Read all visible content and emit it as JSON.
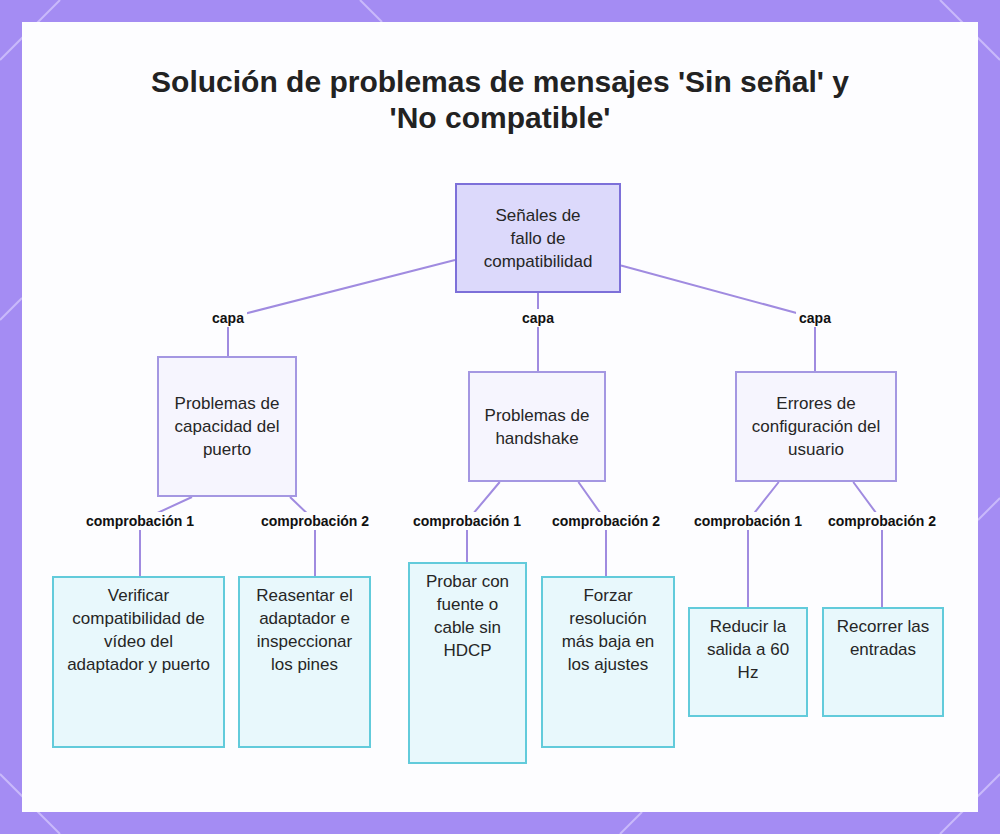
{
  "diagram": {
    "title": "Solución de problemas de mensajes 'Sin señal' y 'No compatible'",
    "nodes": [
      {
        "text": [
          "Señales de fallo de compatibilidad"
        ]
      },
      {
        "text": [
          "Problemas de capacidad del puerto"
        ]
      },
      {
        "text": [
          "Problemas de handshake"
        ]
      },
      {
        "text": [
          "Errores de configuración del usuario"
        ]
      },
      {
        "text": [
          "Verificar compatibilidad de vídeo del adaptador y puerto"
        ]
      },
      {
        "text": [
          "Reasentar el adaptador e inspeccionar los pines"
        ]
      },
      {
        "text": [
          "Probar con fuente o cable sin HDCP"
        ]
      },
      {
        "text": [
          "Forzar resolución más baja en los ajustes"
        ]
      },
      {
        "text": [
          "Reducir la salida a 60 Hz"
        ]
      },
      {
        "text": [
          "Recorrer las entradas"
        ]
      }
    ],
    "edges": [
      {
        "from": 0,
        "to": 1,
        "arrow": "none",
        "label": "capa"
      },
      {
        "from": 0,
        "to": 2,
        "arrow": "none",
        "label": "capa"
      },
      {
        "from": 0,
        "to": 3,
        "arrow": "none",
        "label": "capa"
      },
      {
        "from": 1,
        "to": 4,
        "arrow": "none",
        "label": "comprobación 1"
      },
      {
        "from": 1,
        "to": 5,
        "arrow": "none",
        "label": "comprobación 2"
      },
      {
        "from": 2,
        "to": 6,
        "arrow": "none",
        "label": "comprobación 1"
      },
      {
        "from": 2,
        "to": 7,
        "arrow": "none",
        "label": "comprobación 2"
      },
      {
        "from": 3,
        "to": 8,
        "arrow": "none",
        "label": "comprobación 1"
      },
      {
        "from": 3,
        "to": 9,
        "arrow": "none",
        "label": "comprobación 2"
      }
    ]
  }
}
